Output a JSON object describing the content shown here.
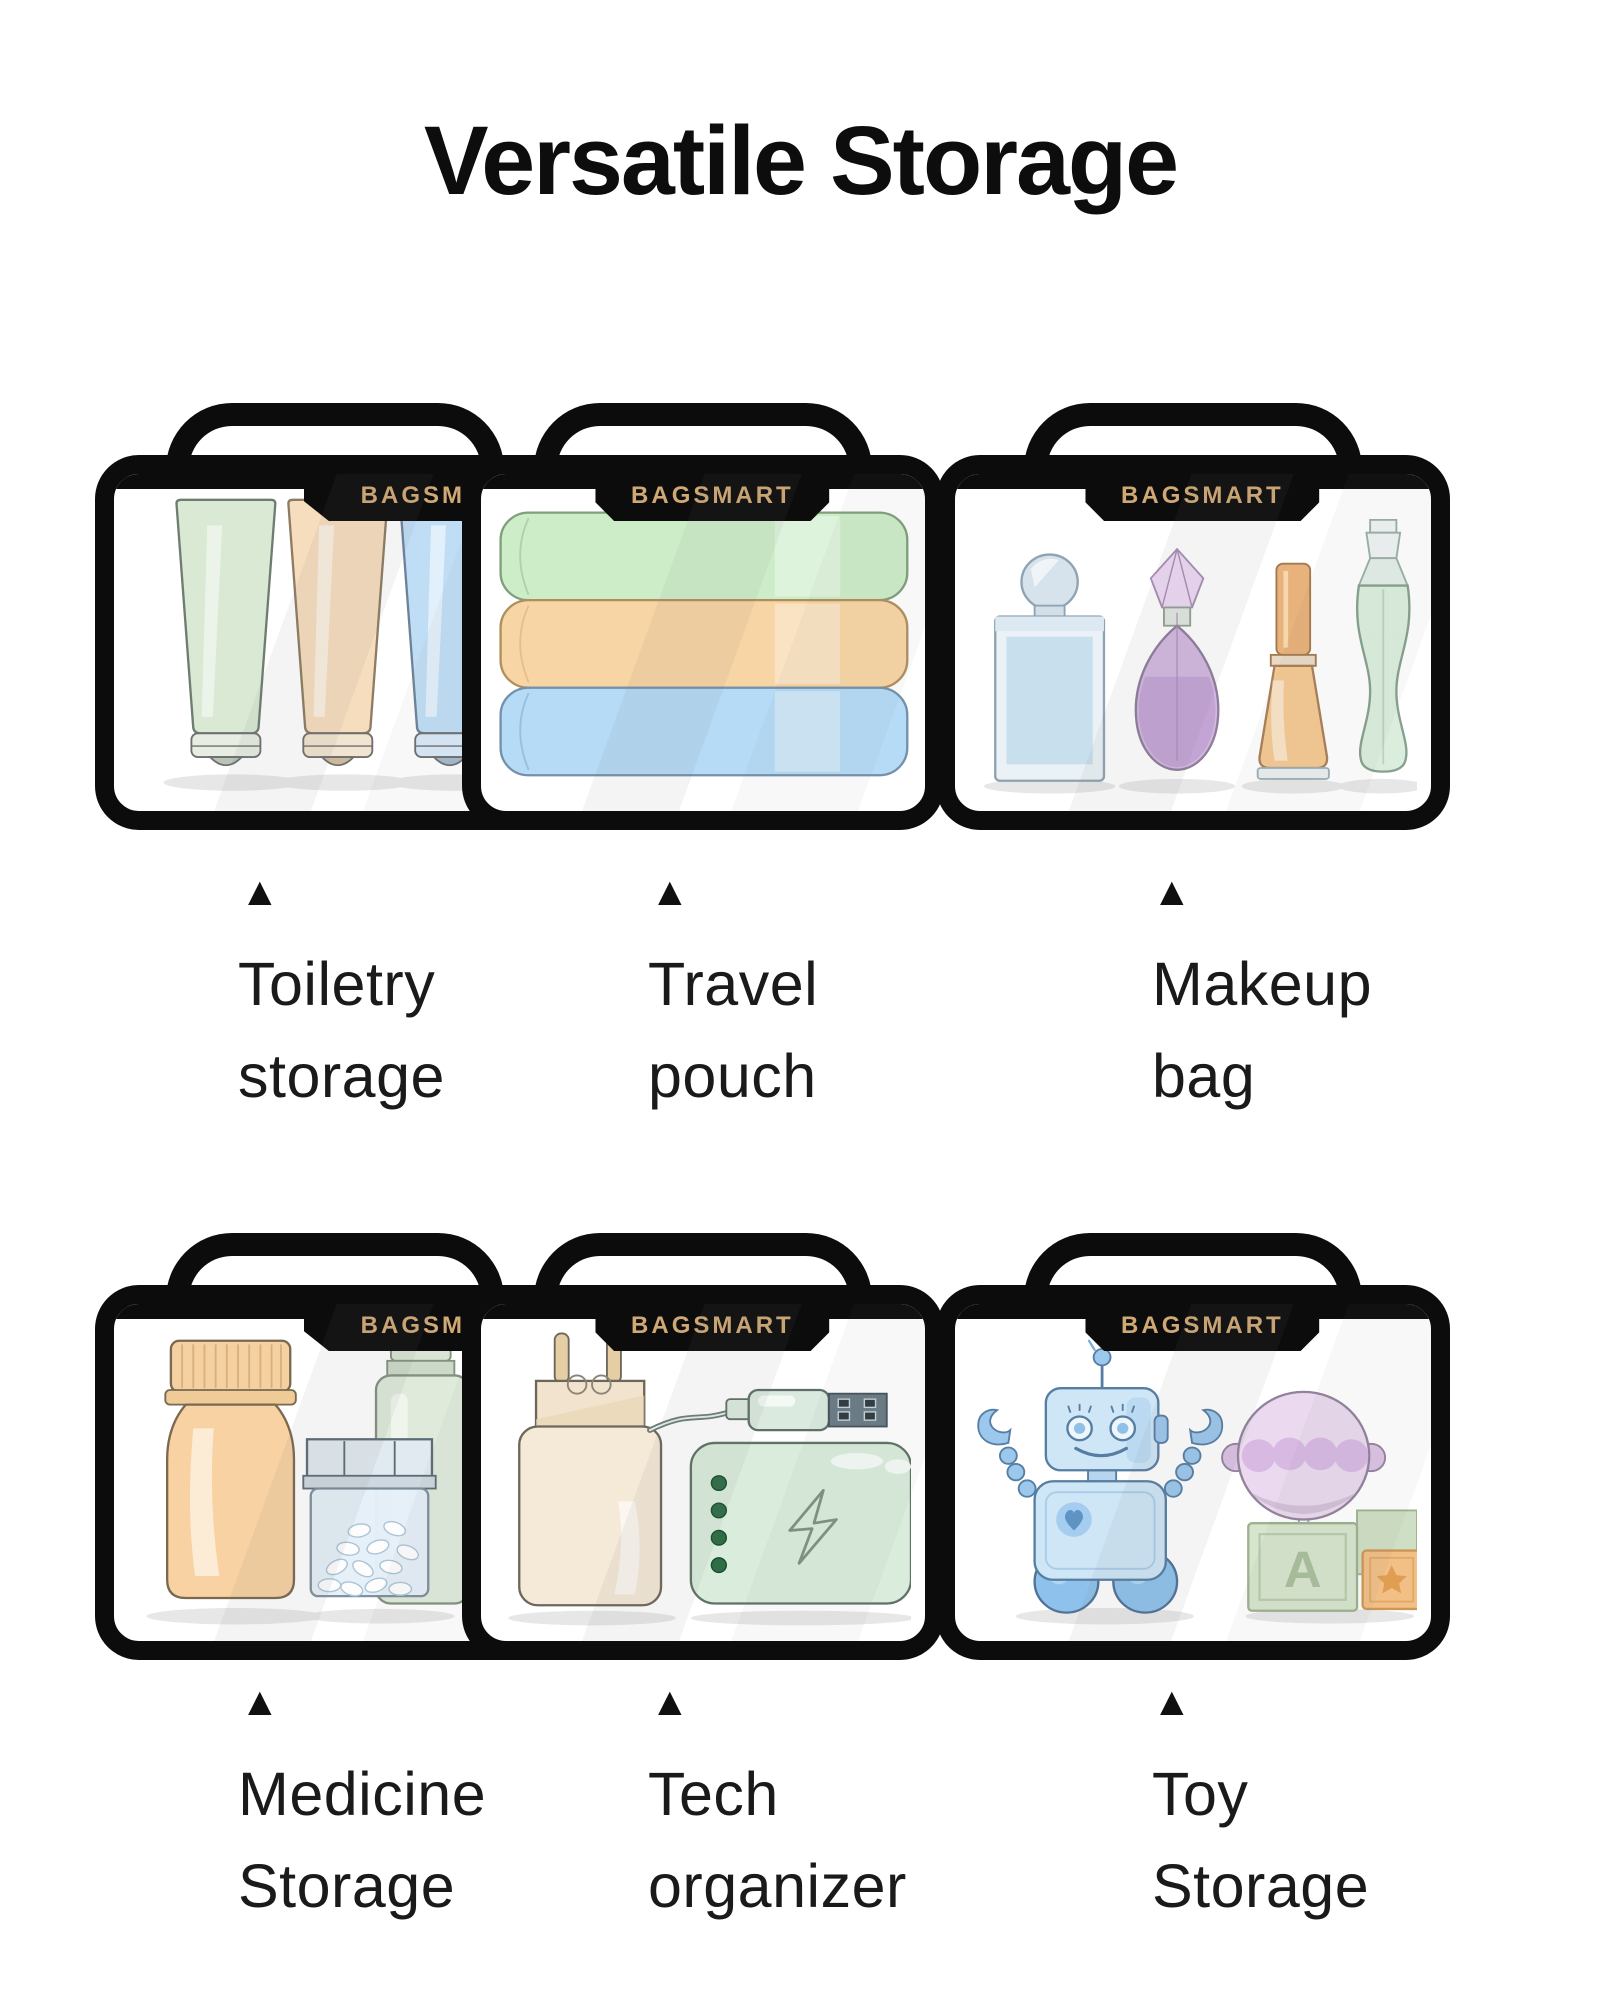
{
  "title": "Versatile Storage",
  "brand": "BAGSMART",
  "marker_icon": "▲",
  "toy_block_letter": "A",
  "colors": {
    "page_background": "#ffffff",
    "bag_outline": "#0c0c0c",
    "brand_gold": "#d0a874",
    "caption_text": "#1a1a1a",
    "pastel_green": "#d9e9d4",
    "pastel_peach": "#f6ddbd",
    "pastel_blue": "#bfdef6",
    "pastel_purple": "#d3b9e0",
    "pastel_mint": "#daecdc"
  },
  "items": [
    {
      "id": "toiletry-storage",
      "label": "Toiletry storage",
      "line1": "Toiletry",
      "line2": "storage"
    },
    {
      "id": "travel-pouch",
      "label": "Travel pouch",
      "line1": "Travel",
      "line2": "pouch"
    },
    {
      "id": "makeup-bag",
      "label": "Makeup bag",
      "line1": "Makeup",
      "line2": "bag"
    },
    {
      "id": "medicine-storage",
      "label": "Medicine Storage",
      "line1": "Medicine",
      "line2": "Storage"
    },
    {
      "id": "tech-organizer",
      "label": "Tech organizer",
      "line1": "Tech",
      "line2": "organizer"
    },
    {
      "id": "toy-storage",
      "label": "Toy Storage",
      "line1": "Toy",
      "line2": "Storage"
    }
  ]
}
